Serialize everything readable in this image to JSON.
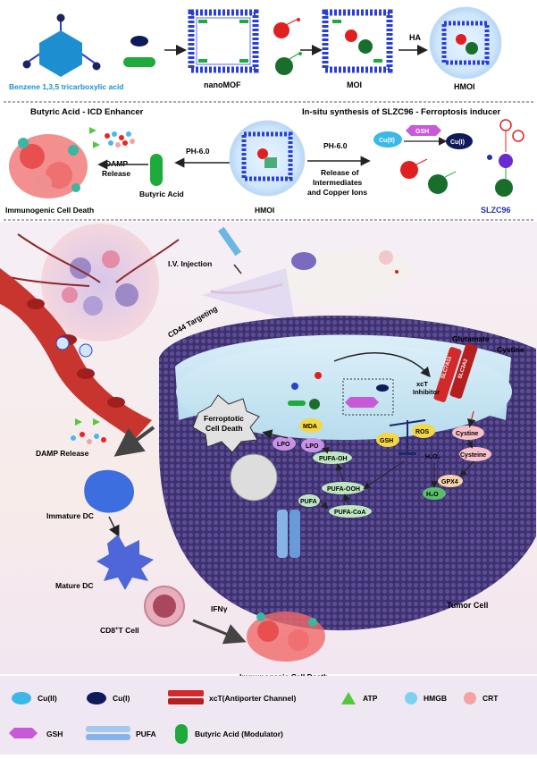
{
  "synthesis": {
    "linker_label": "Benzene 1,3,5 tricarboxylic acid",
    "nanomof_label": "nanoMOF",
    "moi_label": "MOI",
    "ha_label": "HA",
    "hmoi_label": "HMOI"
  },
  "headers": {
    "left": "Butyric Acid - ICD Enhancer",
    "right": "In-situ synthesis of SLZC96 - Ferroptosis inducer"
  },
  "release": {
    "ph_left": "PH-6.0",
    "ph_right": "PH-6.0",
    "butyric_acid": "Butyric Acid",
    "damp_release_line1": "DAMP",
    "damp_release_line2": "Release",
    "icd_top": "Immunogenic Cell Death",
    "hmoi_center": "HMOI",
    "release_line1": "Release of",
    "release_line2": "Intermediates",
    "release_line3": "and Copper Ions",
    "cu2": "Cu(II)",
    "gsh": "GSH",
    "cu1": "Cu(I)",
    "slzc96": "SLZC96"
  },
  "pathway": {
    "iv_injection": "I.V. Injection",
    "cd44": "CD44 Targeting",
    "ferroptotic_line1": "Ferroptotic",
    "ferroptotic_line2": "Cell Death",
    "damp_release": "DAMP Release",
    "immature_dc": "Immature DC",
    "mature_dc": "Mature DC",
    "cd8_prefix": "CD8",
    "cd8_sup": "+",
    "cd8_suffix": "T Cell",
    "ifn": "IFNγ",
    "icd_bottom": "Immunogenic Cell Death",
    "tumor_cell": "Tumor Cell"
  },
  "metabolism": {
    "glutamate": "Glutamate",
    "cystine_out": "Cystine",
    "slc7a11": "SLC7A11",
    "slc3a2": "SLC3A2",
    "xct_inhibitor_1": "xcT",
    "xct_inhibitor_2": "Inhibitor",
    "mda": "MDA",
    "lpo_1": "LPO",
    "lpo_2": "LPO",
    "gsh": "GSH",
    "ros": "ROS",
    "cystine_in": "Cystine",
    "cysteine": "Cysteine",
    "h2o2": "H₂O₂",
    "gpx4": "GPX4",
    "h2o": "H₂O",
    "pufa_oh": "PUFA-OH",
    "pufa_ooh": "PUFA-OOH",
    "pufa_coa": "PUFA-CoA",
    "pufa": "PUFA"
  },
  "legend": {
    "cu2": "Cu(II)",
    "cu1": "Cu(I)",
    "xct": "xcT(Antiporter Channel)",
    "atp": "ATP",
    "hmgb": "HMGB",
    "crt": "CRT",
    "gsh": "GSH",
    "pufa": "PUFA",
    "butyric": "Butyric Acid (Modulator)"
  },
  "colors": {
    "mof_blue": "#2b3fd6",
    "cu2_cyan": "#3ab8e8",
    "cu1_navy": "#0e1a5a",
    "modulator_green": "#1faa3c",
    "membrane_purple": "#4a3a78",
    "tumor_red": "#e85a5a",
    "gsh_magenta": "#c65ad8",
    "slzc96_blue": "#2233aa"
  }
}
